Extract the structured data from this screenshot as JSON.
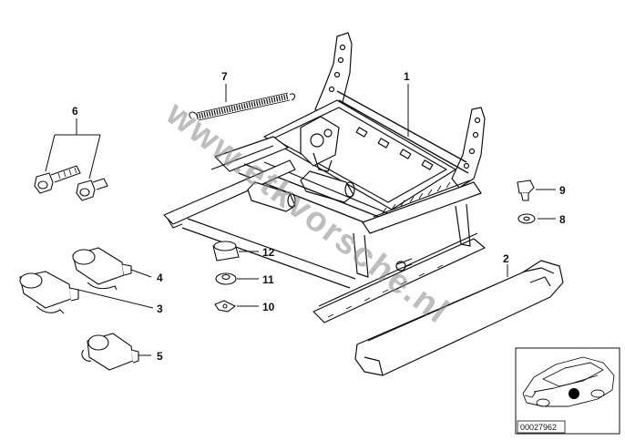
{
  "callouts": {
    "c1": "1",
    "c2": "2",
    "c3": "3",
    "c4": "4",
    "c5": "5",
    "c6": "6",
    "c7": "7",
    "c8": "8",
    "c9": "9",
    "c10": "10",
    "c11": "11",
    "c12": "12"
  },
  "inset": {
    "part_number": "00027962"
  },
  "watermark": {
    "text": "www.etkvorsche.nl"
  }
}
